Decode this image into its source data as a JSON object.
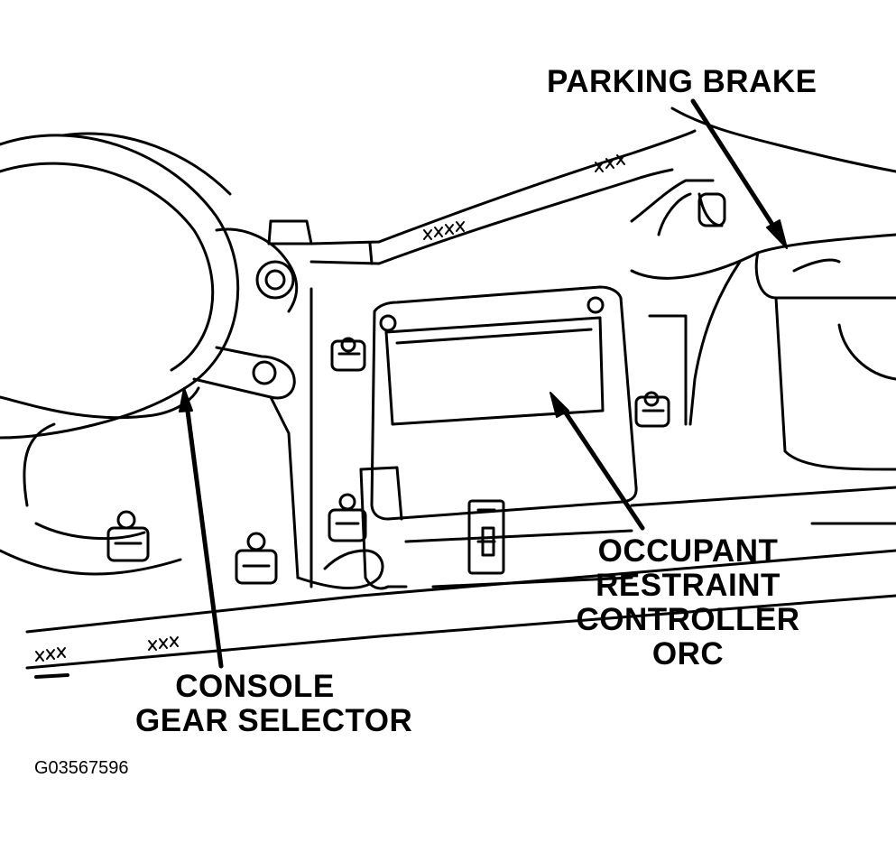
{
  "labels": {
    "parking_brake": "PARKING BRAKE",
    "console_gear_selector": [
      "CONSOLE",
      "GEAR SELECTOR"
    ],
    "occupant_restraint_controller": [
      "OCCUPANT",
      "RESTRAINT",
      "CONTROLLER",
      "ORC"
    ]
  },
  "figure_code": "G03567596",
  "wire_marks": [
    "XXX",
    "XXXX",
    "XXX",
    "XXX"
  ]
}
